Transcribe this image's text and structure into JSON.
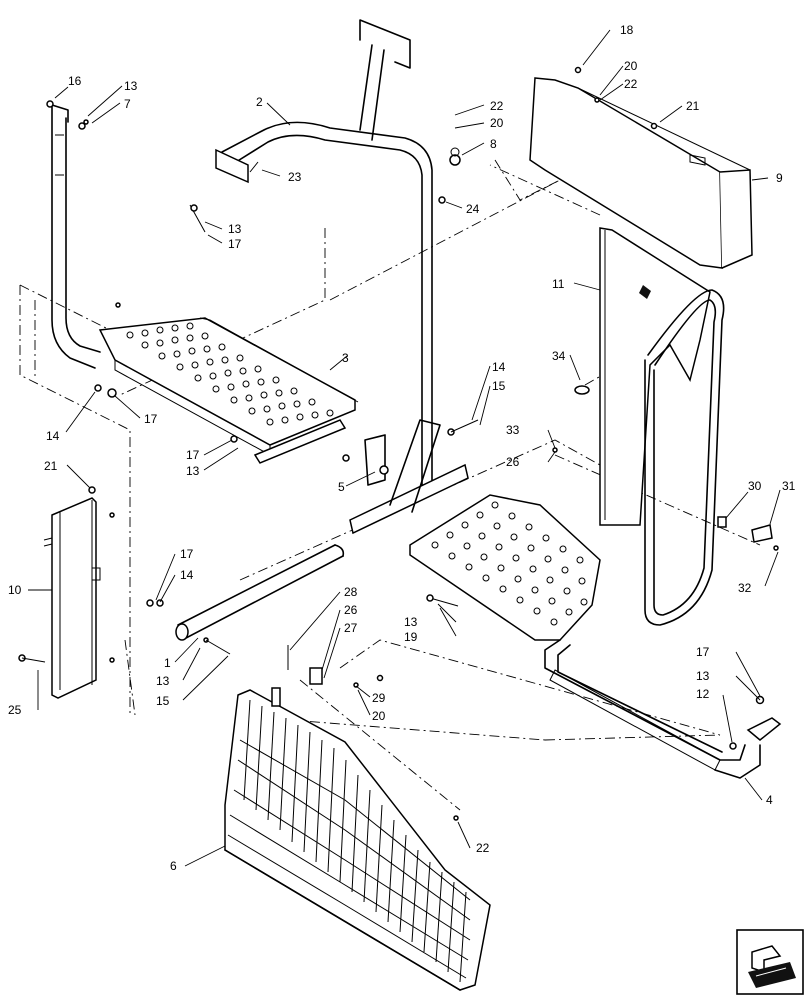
{
  "callouts": [
    "1",
    "2",
    "3",
    "4",
    "5",
    "6",
    "7",
    "8",
    "9",
    "10",
    "11",
    "12",
    "13",
    "14",
    "15",
    "16",
    "17",
    "18",
    "19",
    "20",
    "21",
    "22",
    "23",
    "24",
    "25",
    "26",
    "27",
    "28",
    "29",
    "30",
    "31",
    "32",
    "33",
    "34"
  ],
  "nav_icon": "page-navigation-arrow-icon"
}
